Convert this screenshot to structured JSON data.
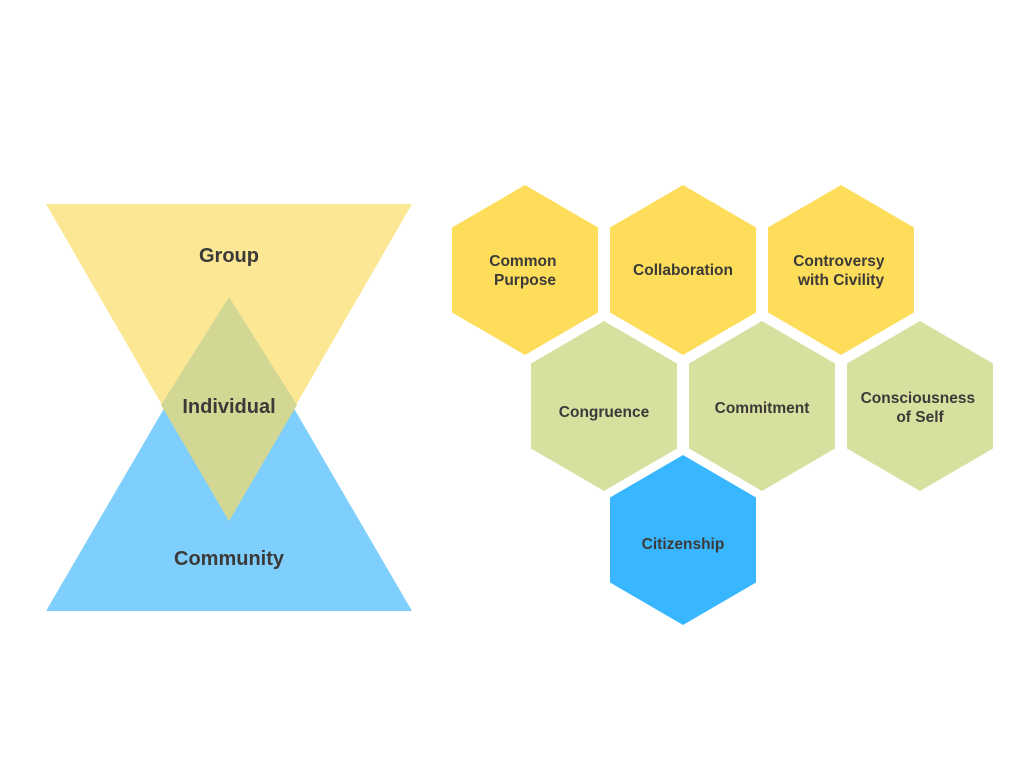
{
  "colors": {
    "group": "#fce795",
    "community": "#7ecffd",
    "individual": "#d2d794",
    "yellow_hex": "#fedd5b",
    "green_hex": "#d8e0a0",
    "blue_hex": "#38b6ff",
    "text": "#3b3a38"
  },
  "triangles": {
    "group": "Group",
    "individual": "Individual",
    "community": "Community"
  },
  "hexagons": {
    "common_purpose": [
      "Common",
      "Purpose"
    ],
    "collaboration": [
      "Collaboration"
    ],
    "controversy": [
      "Controversy",
      "with Civility"
    ],
    "congruence": [
      "Congruence"
    ],
    "commitment": [
      "Commitment"
    ],
    "consciousness": [
      "Consciousness",
      "of Self"
    ],
    "citizenship": [
      "Citizenship"
    ]
  }
}
